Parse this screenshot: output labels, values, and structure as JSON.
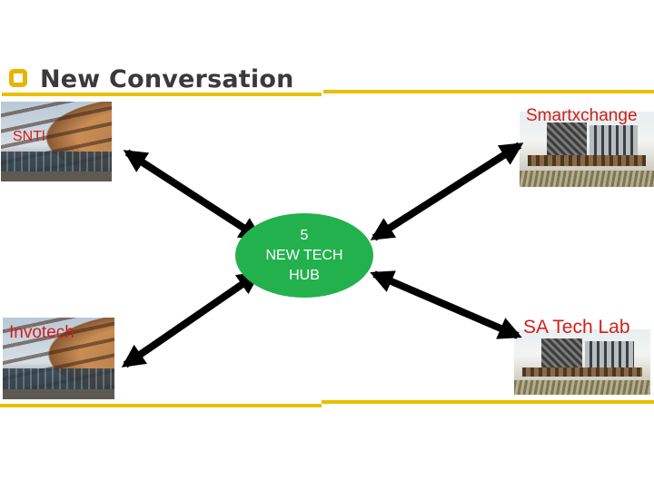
{
  "slide": {
    "title": "New Conversation",
    "accent_color": "#e8c000",
    "hub": {
      "line1": "5",
      "line2": "NEW TECH",
      "line3": "HUB",
      "color": "#23b14d"
    },
    "nodes": [
      {
        "label": "SNTl",
        "picture": "curved-building"
      },
      {
        "label": "Smartxchange",
        "picture": "boxy-building"
      },
      {
        "label": "Invotech",
        "picture": "curved-building"
      },
      {
        "label": "SA Tech Lab",
        "picture": "boxy-building"
      }
    ],
    "label_color": "#d0201a",
    "connector": "double-headed-arrow"
  }
}
